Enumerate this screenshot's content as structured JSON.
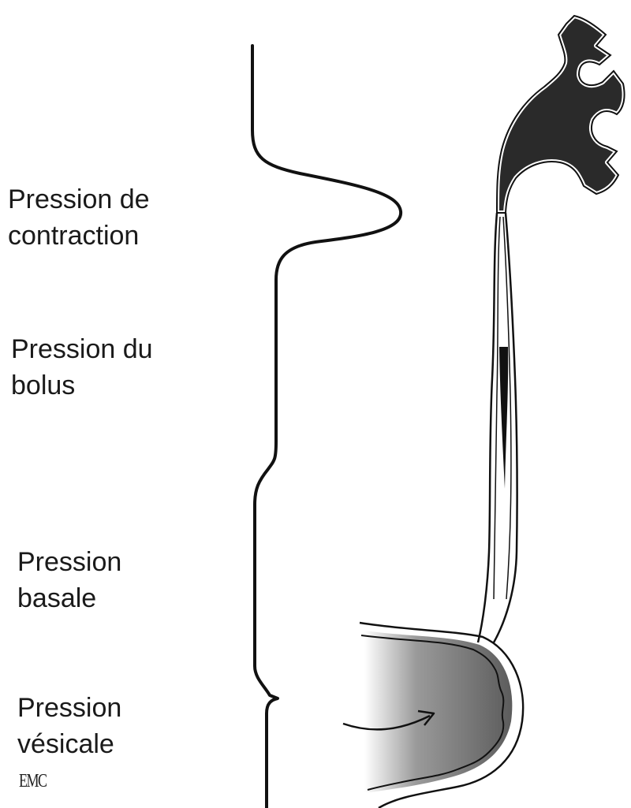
{
  "labels": {
    "contraction": [
      "Pression de",
      "contraction"
    ],
    "bolus": [
      "Pression du",
      "bolus"
    ],
    "basal": [
      "Pression",
      "basale"
    ],
    "vesical": [
      "Pression",
      "vésicale"
    ]
  },
  "logo": "EMC",
  "colors": {
    "ink": "#111111",
    "organ_fill": "#2a2a2a",
    "stomach_shade": "#6a6a6a"
  }
}
